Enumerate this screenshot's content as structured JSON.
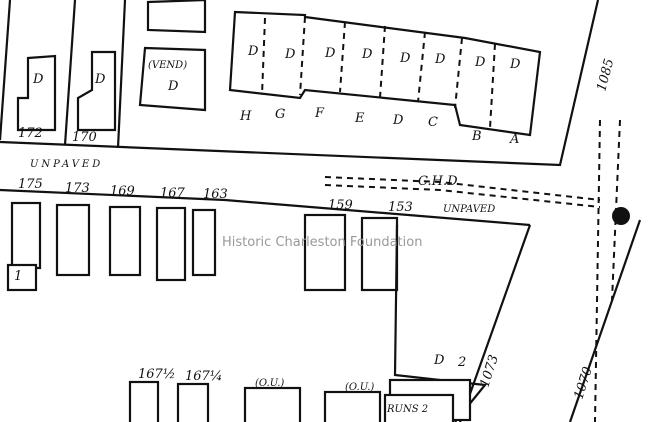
{
  "watermark": "Historic Charleston Foundation",
  "streets": {
    "unpaved_upper": "UNPAVED",
    "unpaved_lower": "UNPAVED",
    "chd": "C.H.D"
  },
  "house_numbers": {
    "n172": "172",
    "n170": "170",
    "n175": "175",
    "n173": "173",
    "n169": "169",
    "n167": "167",
    "n163": "163",
    "n159": "159",
    "n153": "153",
    "n167a": "167½",
    "n167b": "167¼",
    "n1085": "1085",
    "n1073": "1073",
    "n1070": "1070"
  },
  "units": [
    "H",
    "G",
    "F",
    "E",
    "D",
    "C",
    "B",
    "A"
  ],
  "codes": {
    "d": "D",
    "vend": "(VEND)",
    "ou1": "(O.U.)",
    "ou2": "(O.U.)",
    "runs": "RUNS 2",
    "two": "2",
    "one": "1"
  }
}
